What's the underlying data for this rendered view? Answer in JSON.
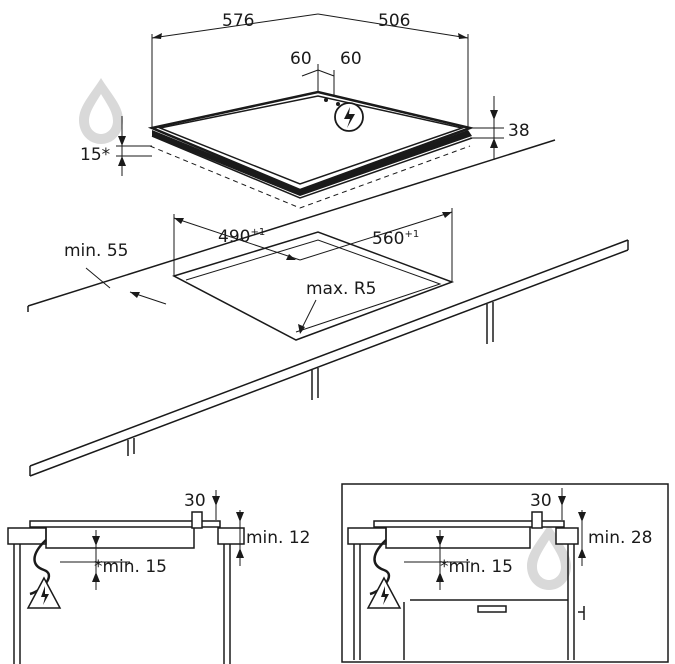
{
  "top_diagram": {
    "width_label": "576",
    "depth_label": "506",
    "offset_left_label": "60",
    "offset_right_label": "60",
    "height_label": "38",
    "lip_label": "15*",
    "cutout_width_main": "490",
    "cutout_width_tol": "+1",
    "cutout_depth_main": "560",
    "cutout_depth_tol": "+1",
    "front_min_label": "min. 55",
    "radius_label": "max. R5"
  },
  "bottom_left": {
    "clearance_top_label": "30",
    "side_min_label": "min. 12",
    "under_min_label": "*min. 15"
  },
  "bottom_right": {
    "clearance_top_label": "30",
    "side_min_label": "min. 28",
    "under_min_label": "*min. 15"
  },
  "icons": [
    "electrical-warning-icon",
    "drop-watermark-icon"
  ]
}
